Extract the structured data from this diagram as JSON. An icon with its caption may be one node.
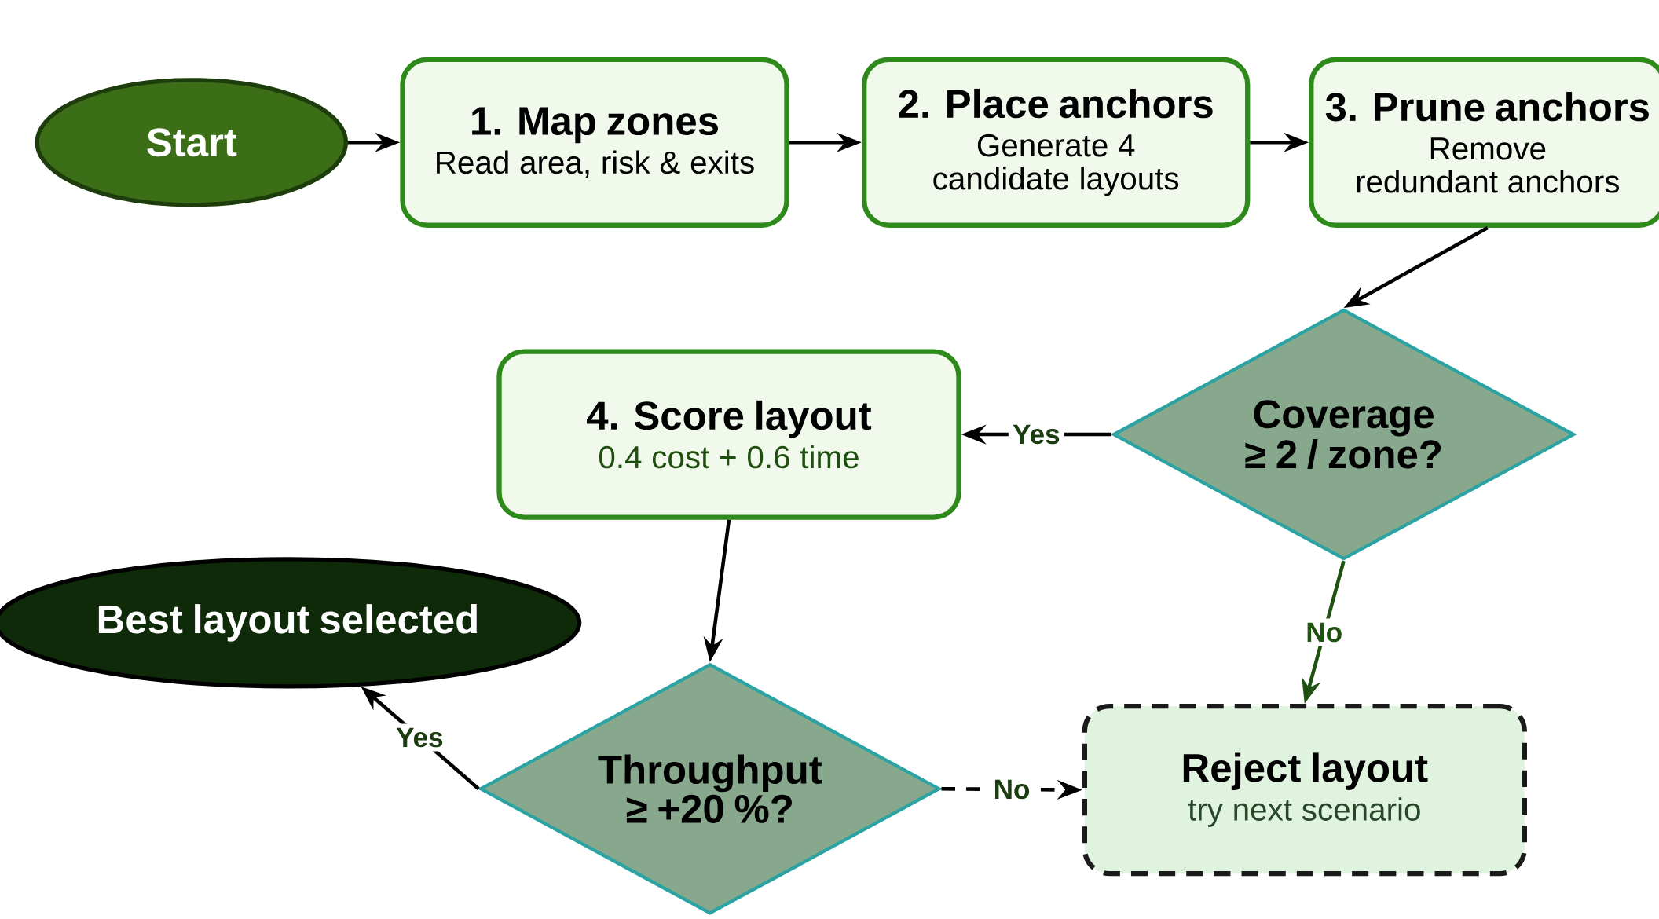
{
  "diagram": {
    "nodes": [
      {
        "text": [
          "Start"
        ]
      },
      {
        "text": [
          "1. Map zones",
          "Read area, risk & exits"
        ]
      },
      {
        "text": [
          "2. Place anchors",
          "Generate 4 candidate layouts"
        ]
      },
      {
        "text": [
          "3. Prune anchors",
          "Remove redundant anchors"
        ]
      },
      {
        "text": [
          "Coverage ≥ 2 / zone?"
        ]
      },
      {
        "text": [
          "4. Score layout",
          "0.4 cost + 0.6 time"
        ]
      },
      {
        "text": [
          "Best layout selected"
        ]
      },
      {
        "text": [
          "Throughput ≥ +20 %?"
        ]
      },
      {
        "text": [
          "Reject layout",
          "try next scenario"
        ]
      }
    ],
    "edges": [
      {
        "from": 0,
        "to": 1,
        "arrow": "to"
      },
      {
        "from": 1,
        "to": 2,
        "arrow": "to"
      },
      {
        "from": 2,
        "to": 3,
        "arrow": "to"
      },
      {
        "from": 3,
        "to": 4,
        "arrow": "to"
      },
      {
        "from": 4,
        "to": 5,
        "arrow": "to",
        "label": "Yes"
      },
      {
        "from": 5,
        "to": 7,
        "arrow": "to"
      },
      {
        "from": 7,
        "to": 6,
        "arrow": "to",
        "label": "Yes"
      },
      {
        "from": 4,
        "to": 8,
        "arrow": "to",
        "label": "No",
        "color": "#1f5210"
      },
      {
        "from": 7,
        "to": 8,
        "arrow": "to",
        "label": "No",
        "style": "dashed"
      }
    ]
  }
}
